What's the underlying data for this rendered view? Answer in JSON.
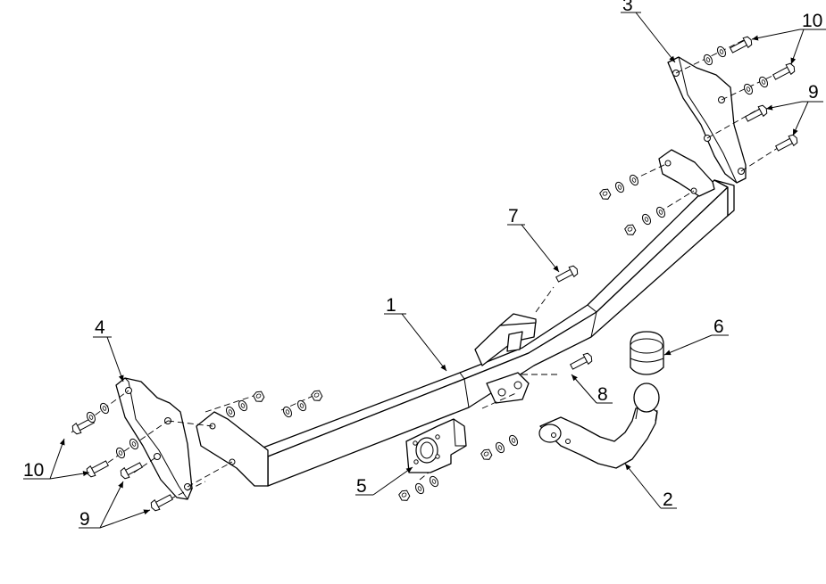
{
  "labels": {
    "l1": "1",
    "l2": "2",
    "l3": "3",
    "l4": "4",
    "l5": "5",
    "l6": "6",
    "l7": "7",
    "l8": "8",
    "l9_right": "9",
    "l9_left": "9",
    "l10_right": "10",
    "l10_left": "10"
  }
}
